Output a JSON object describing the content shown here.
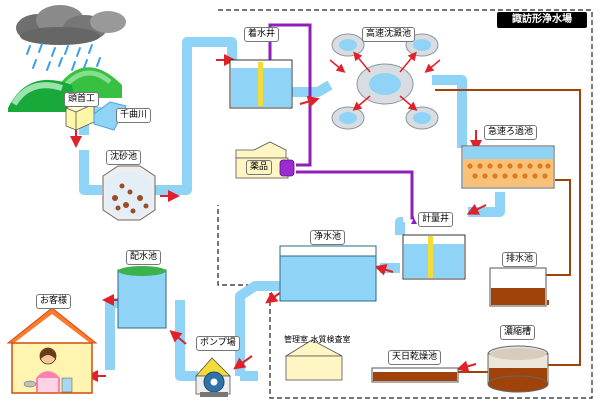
{
  "title": "諏訪形浄水場",
  "labels": {
    "headworks": "頭首工",
    "river": "千曲川",
    "sand_basin": "沈砂池",
    "receiving_well": "着水井",
    "settling_basin": "高速沈澱池",
    "rapid_filter": "急速ろ過池",
    "chemicals": "薬品",
    "metering_well": "計量井",
    "clear_well": "浄水池",
    "distribution_reservoir": "配水池",
    "customer": "お客様",
    "pump_station": "ポンプ場",
    "admin_room": "管理室 水質検査室",
    "drain_basin": "排水池",
    "sun_drying_bed": "天日乾燥池",
    "thickener": "濃縮槽"
  }
}
